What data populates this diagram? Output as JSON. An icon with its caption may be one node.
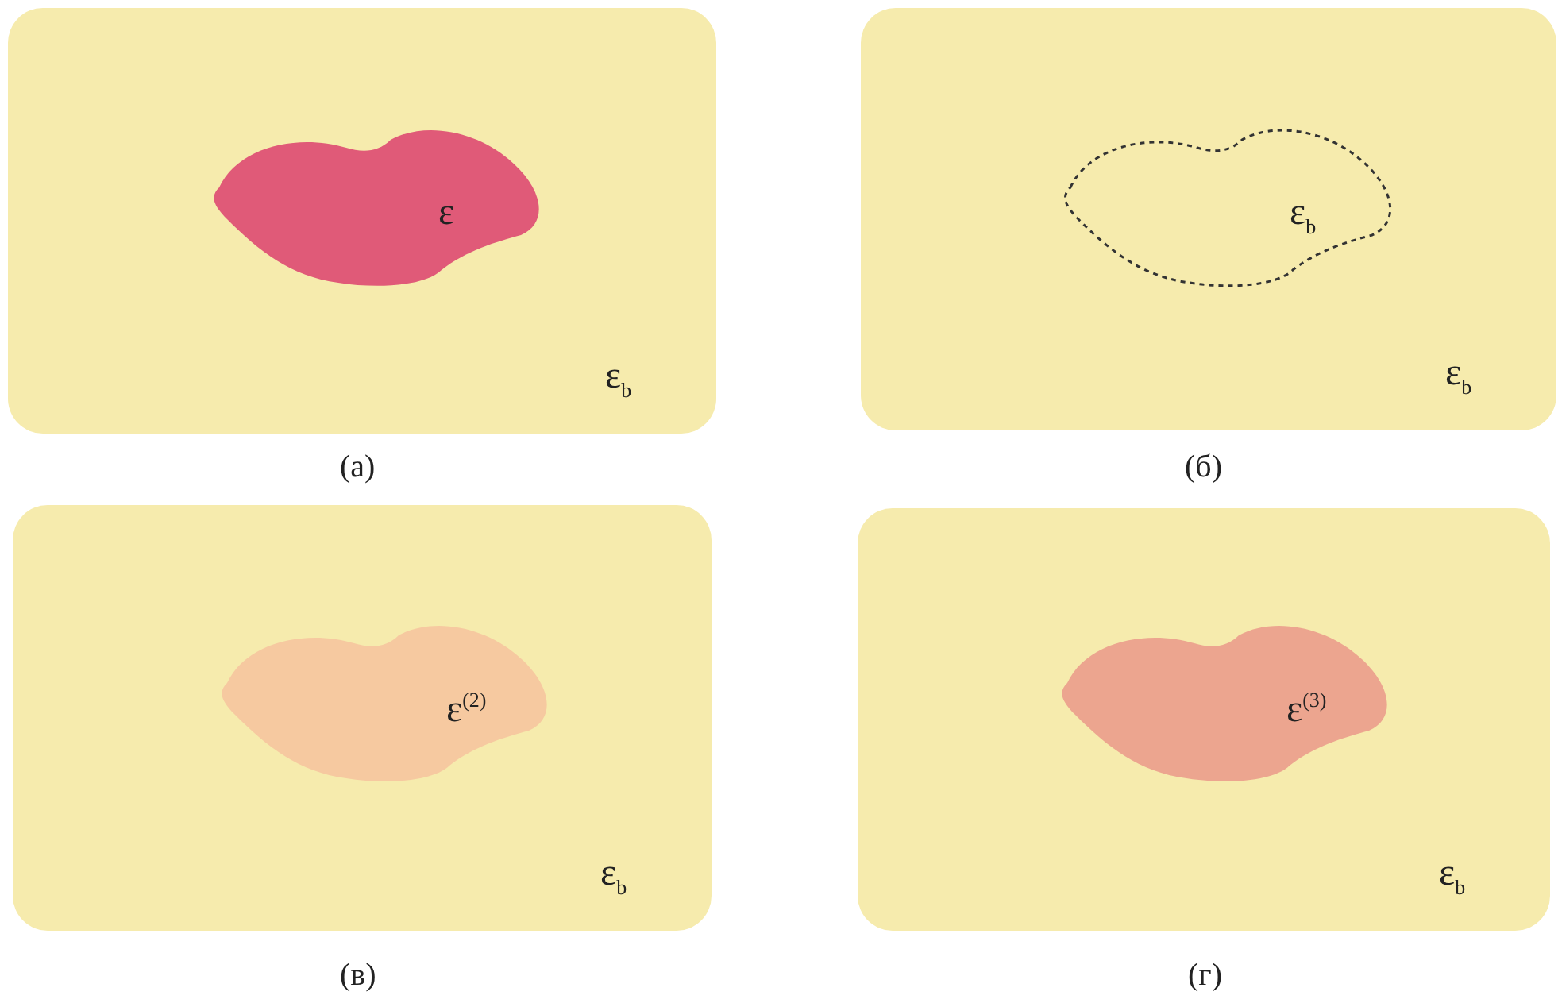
{
  "diagram": {
    "nodes": [
      {
        "text": [
          "ε$_{b}$"
        ],
        "beside": [
          "(а)"
        ]
      },
      {
        "text": [
          "ε"
        ],
        "in": 0
      },
      {
        "text": [
          "ε$_{b}$"
        ],
        "beside": [
          "(б)"
        ]
      },
      {
        "text": [
          "ε$_{b}$"
        ],
        "in": 2
      },
      {
        "text": [
          "ε$_{b}$"
        ],
        "beside": [
          "(в)"
        ]
      },
      {
        "text": [
          "ε$^{(2)}$"
        ],
        "in": 4
      },
      {
        "text": [
          "ε$_{b}$"
        ],
        "beside": [
          "(г)"
        ]
      },
      {
        "text": [
          "ε$^{(3)}$"
        ],
        "in": 6
      }
    ]
  }
}
